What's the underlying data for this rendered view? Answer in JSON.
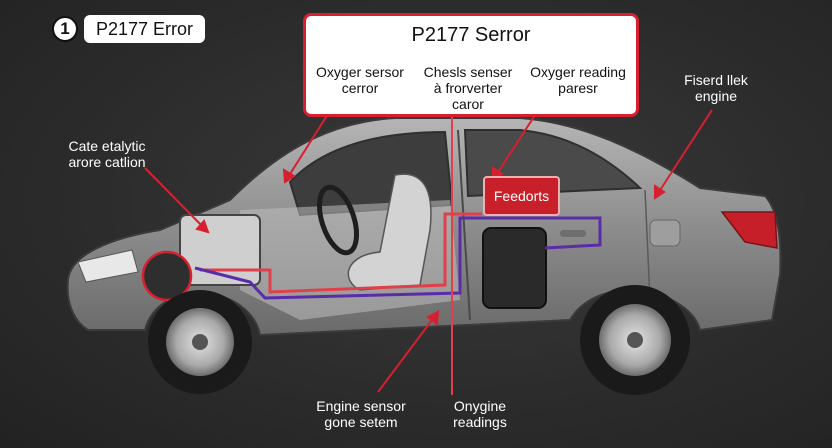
{
  "badge": {
    "number": "1",
    "title": "P2177 Error"
  },
  "top_box": {
    "title": "P2177 Serror",
    "items": [
      {
        "line1": "Oxyger sersor",
        "line2": "cerror"
      },
      {
        "line1": "Chesls senser",
        "line2": "à frorverter",
        "line3": "caror"
      },
      {
        "line1": "Oxyger reading",
        "line2": "paresr"
      }
    ]
  },
  "callouts": {
    "catalytic": {
      "line1": "Cate etalytic",
      "line2": "arore catlion"
    },
    "fused_leak": {
      "line1": "Fiserd llek",
      "line2": "engine"
    },
    "engine_sensor": {
      "line1": "Engine sensor",
      "line2": "gone setem"
    },
    "oxygen_readings": {
      "line1": "Onygine",
      "line2": "readings"
    },
    "feedback": "Feedorts"
  },
  "colors": {
    "accent": "#d62030",
    "wire_red": "#e0404a",
    "wire_purple": "#5a2ca8",
    "car_body": "#8e8e8e"
  }
}
